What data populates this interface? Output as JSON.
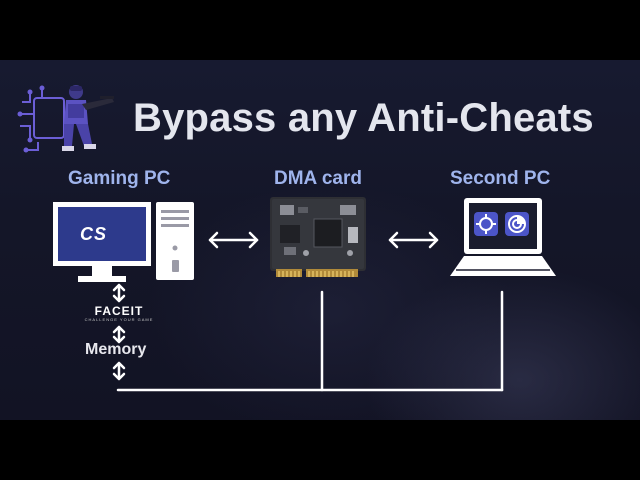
{
  "title": "Bypass any Anti-Cheats",
  "nodes": {
    "gaming_pc": "Gaming PC",
    "dma_card": "DMA card",
    "second_pc": "Second PC"
  },
  "gaming_pc_screen_text": "CS",
  "faceit": {
    "name": "FACEIT",
    "tagline": "CHALLENGE YOUR GAME"
  },
  "memory_label": "Memory",
  "icons": {
    "logo": "soldier-chip-logo",
    "laptop_apps": [
      "crosshair-icon",
      "radar-icon"
    ]
  },
  "colors": {
    "background": "#141628",
    "label": "#9fb4ec",
    "title": "#e4e6ee",
    "accent_purple": "#6a5acd",
    "monitor_screen": "#2d3a8c"
  }
}
